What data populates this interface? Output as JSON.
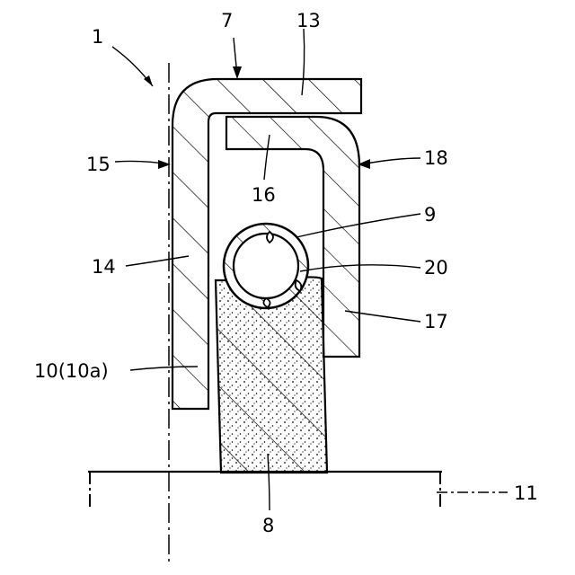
{
  "figure": {
    "labels": {
      "seal_device": "1",
      "seal_assembly": "7",
      "flange": "13",
      "outer_cylinder": "14",
      "outer_face": "15",
      "inner_flange": "16",
      "inner_cylinder": "17",
      "bent_portion": "18",
      "ring": "9",
      "contact_portion": "20",
      "seal_lip": "10(10a)",
      "elastic_member": "8",
      "shaft": "11"
    },
    "colors": {
      "line": "#000000",
      "background": "#ffffff"
    }
  }
}
